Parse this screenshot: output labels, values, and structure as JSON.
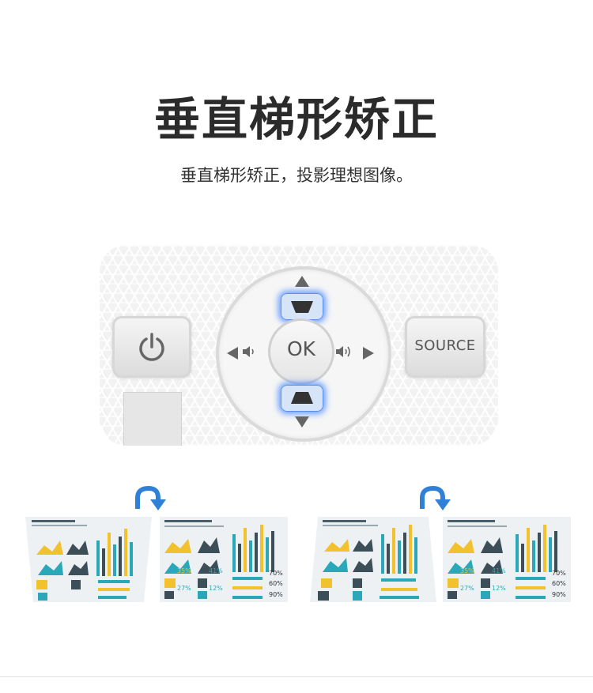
{
  "title": "垂直梯形矫正",
  "subtitle": "垂直梯形矫正，投影理想图像。",
  "remote": {
    "ok_label": "OK",
    "source_label": "SOURCE",
    "icons": [
      "power-icon",
      "volume-down-icon",
      "volume-up-icon",
      "arrow-up-icon",
      "arrow-down-icon",
      "arrow-left-icon",
      "arrow-right-icon",
      "keystone-up-icon",
      "keystone-down-icon"
    ]
  },
  "slides": {
    "percents": [
      "35%",
      "41%",
      "27%",
      "12%",
      "70%",
      "60%",
      "90%"
    ]
  },
  "colors": {
    "highlight": "#3c82ff",
    "accent_yellow": "#f2c12e",
    "accent_teal": "#2aa7b8",
    "arrow_blue": "#2f80d6"
  }
}
